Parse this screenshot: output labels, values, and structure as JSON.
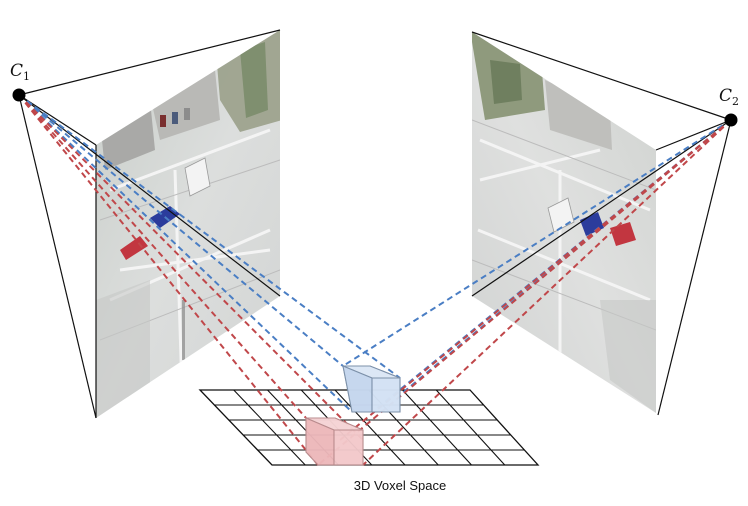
{
  "cameras": [
    {
      "label": "C",
      "subscript": "1"
    },
    {
      "label": "C",
      "subscript": "2"
    }
  ],
  "caption": "3D Voxel Space",
  "colors": {
    "ray_blue": "#4a7ec4",
    "ray_red": "#c0474a",
    "voxel_blue_fill": "#cfdff3",
    "voxel_blue_stroke": "#7b8fa8",
    "voxel_red_fill": "#f1c4c6",
    "voxel_red_stroke": "#b88a8c",
    "grid_stroke": "#111111"
  }
}
